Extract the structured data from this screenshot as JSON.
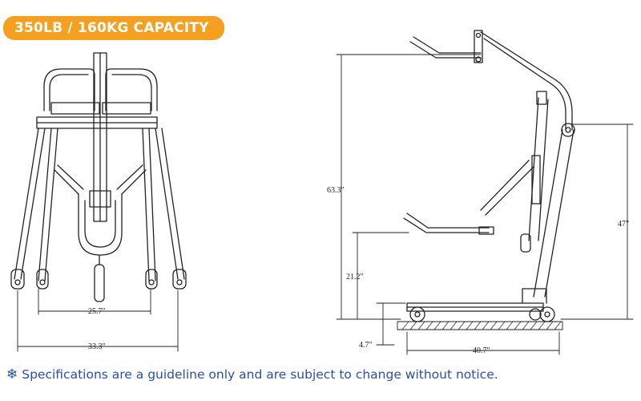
{
  "badge": {
    "text": "350LB / 160KG CAPACITY",
    "color": "#f5a021"
  },
  "dimensions": {
    "inner_width": "25.7\"",
    "outer_width": "33.3\"",
    "total_height": "63.3\"",
    "boom_height": "47\"",
    "cradle_height": "21.2\"",
    "base_clearance": "4.7\"",
    "base_length": "40.7\""
  },
  "footer": {
    "icon": "snowflake-icon",
    "text": "Specifications are a guideline only and are subject to change without notice.",
    "color": "#2a4fa8"
  }
}
